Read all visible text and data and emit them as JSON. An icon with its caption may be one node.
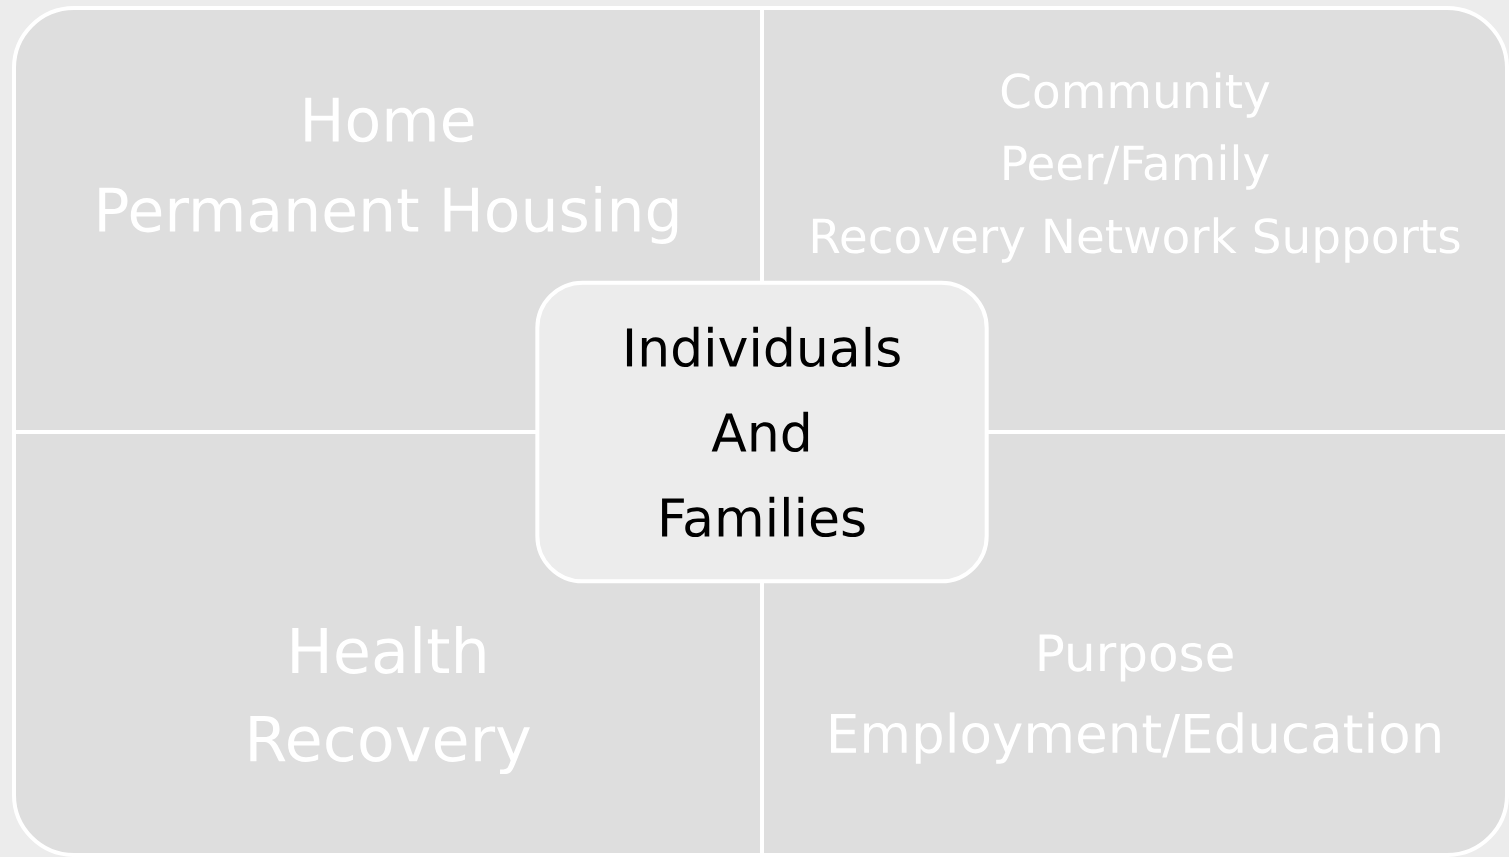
{
  "diagram": {
    "nodes": [
      {
        "text": [
          "Home",
          "Permanent Housing"
        ]
      },
      {
        "text": [
          "Community",
          "Peer/Family",
          "Recovery Network Supports"
        ]
      },
      {
        "text": [
          "Health",
          "Recovery"
        ]
      },
      {
        "text": [
          "Purpose",
          "Employment/Education"
        ]
      },
      {
        "text": [
          "Individuals And Families"
        ]
      }
    ]
  }
}
